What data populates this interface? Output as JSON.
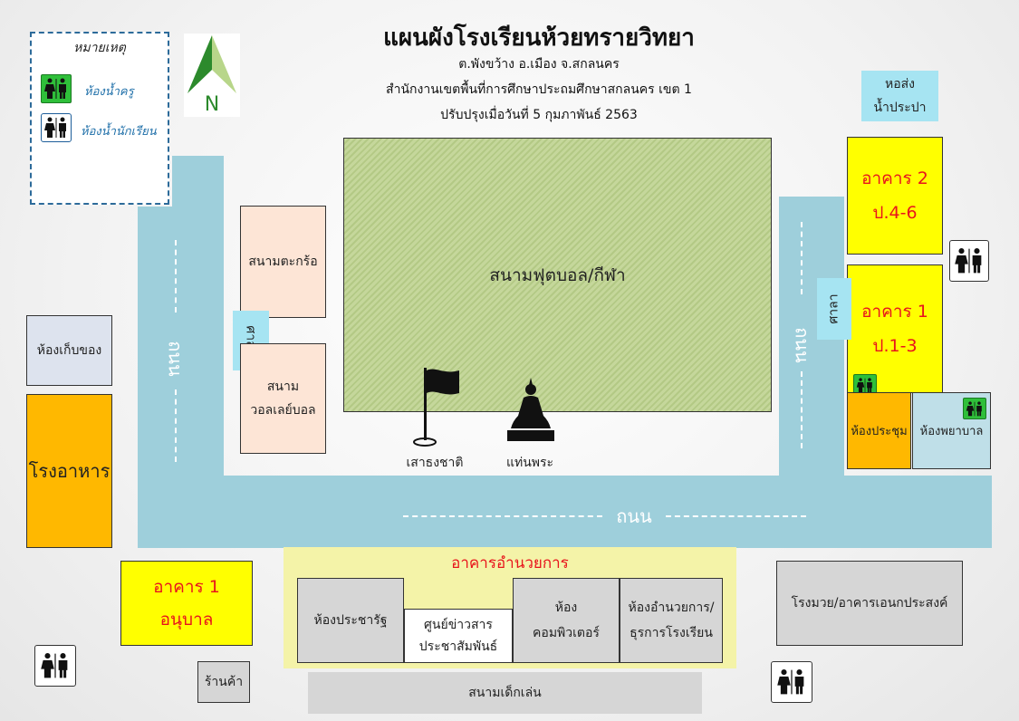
{
  "header": {
    "title": "แผนผังโรงเรียนห้วยทรายวิทยา",
    "line1": "ต.พังขว้าง อ.เมือง จ.สกลนคร",
    "line2": "สำนักงานเขตพื้นที่การศึกษาประถมศึกษาสกลนคร เขต 1",
    "line3": "ปรับปรุงเมื่อวันที่ 5 กุมภาพันธ์ 2563"
  },
  "legend": {
    "title": "หมายเหตุ",
    "teacher_wc": "ห้องน้ำครู",
    "student_wc": "ห้องน้ำนักเรียน"
  },
  "compass": {
    "label": "N"
  },
  "roads": {
    "left_label": "ถนน",
    "right_label": "ถนน",
    "bottom_label": "ถนน"
  },
  "areas": {
    "storage": "ห้องเก็บของ",
    "canteen": "โรงอาหาร",
    "sepak_court": "สนามตะกร้อ",
    "pavilion_left": "ศาลา",
    "volleyball_1": "สนาม",
    "volleyball_2": "วอลเลย์บอล",
    "football": "สนามฟุตบอล/กีฬา",
    "flagpole": "เสาธงชาติ",
    "buddha": "แท่นพระ",
    "water_tower_1": "หอส่ง",
    "water_tower_2": "น้ำประปา",
    "building2_1": "อาคาร 2",
    "building2_2": "ป.4-6",
    "pavilion_right": "ศาลา",
    "building1_1": "อาคาร 1",
    "building1_2": "ป.1-3",
    "meeting_room": "ห้องประชุม",
    "nurse_room": "ห้องพยาบาล",
    "kinder_1": "อาคาร 1",
    "kinder_2": "อนุบาล",
    "shop": "ร้านค้า",
    "admin_building": "อาคารอำนวยการ",
    "civic_room": "ห้องประชารัฐ",
    "news_center_1": "ศูนย์ข่าวสาร",
    "news_center_2": "ประชาสัมพันธ์",
    "computer_room_1": "ห้อง",
    "computer_room_2": "คอมพิวเตอร์",
    "director_room_1": "ห้องอำนวยการ/",
    "director_room_2": "ธุรการโรงเรียน",
    "gym": "โรงมวย/อาคารเอนกประสงค์",
    "playground": "สนามเด็กเล่น"
  },
  "colors": {
    "road": "#9ecfdb",
    "yellow_building": "#ffff00",
    "canteen": "#ffb800",
    "meeting": "#ffb800",
    "peach": "#fde5d6",
    "storage": "#dde3ee",
    "gray_building": "#d6d6d6",
    "field": "#c5d79b",
    "admin_zone": "#f4f3a8",
    "light_blue": "#a6e4f2",
    "nurse": "#bfdfe8",
    "red_text": "#e8141c"
  },
  "icons": {
    "restroom": "restroom-icon",
    "flag": "flag-icon",
    "buddha": "buddha-statue-icon",
    "compass": "north-arrow-icon"
  }
}
